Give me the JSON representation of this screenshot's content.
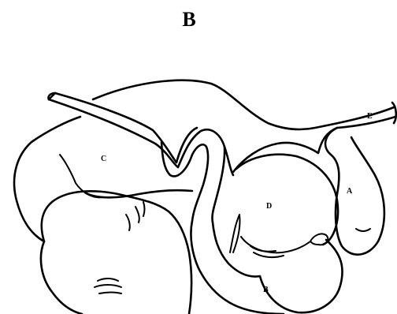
{
  "title": "B",
  "labels": {
    "a": "A",
    "b": "B",
    "c": "C",
    "d": "D",
    "e": "E"
  },
  "colors": {
    "stroke": "#000000",
    "background": "#ffffff"
  }
}
